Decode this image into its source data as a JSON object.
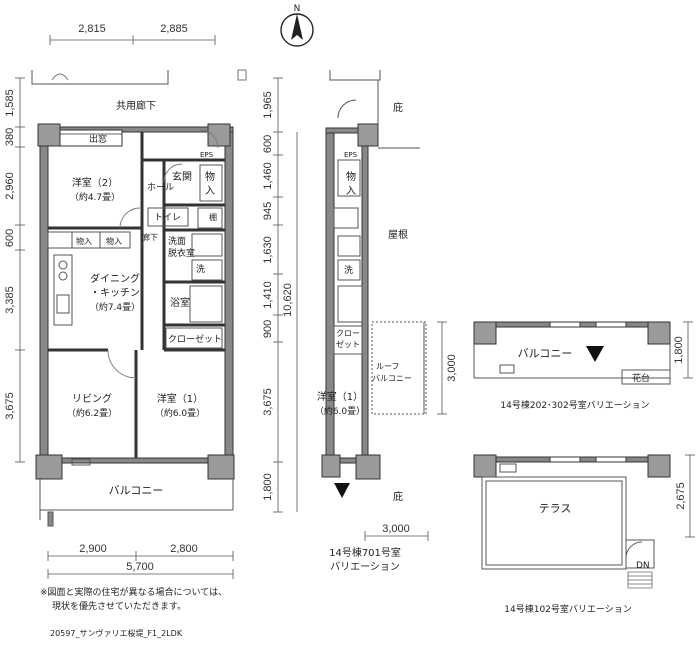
{
  "compass": {
    "north": "N"
  },
  "main_plan": {
    "dims_top": [
      "2,815",
      "2,885"
    ],
    "dims_bottom": [
      "2,900",
      "2,800"
    ],
    "dim_total_width": "5,700",
    "dims_left": [
      "1,585",
      "380",
      "2,960",
      "600",
      "3,385",
      "3,675"
    ],
    "dims_right": [
      "1,965",
      "600",
      "1,460",
      "945",
      "1,630",
      "1,410",
      "900",
      "3,675",
      "1,800"
    ],
    "dim_right_total": "10,620",
    "rooms": {
      "corridor": "共用廊下",
      "demado": "出窓",
      "bedroom2": "洋室（2）",
      "bedroom2_area": "（約4.7畳）",
      "hall": "ホール",
      "entrance": "玄関",
      "storage1": "物",
      "storage1b": "入",
      "eps": "EPS",
      "toilet": "トイレ",
      "shelf": "棚",
      "closet_a": "物入",
      "closet_b": "物入",
      "rouka": "廊下",
      "washroom1": "洗面",
      "washroom2": "脱衣室",
      "wash": "洗",
      "dining1": "ダイニング",
      "dining2": "・キッチン",
      "dining_area": "（約7.4畳）",
      "bath": "浴室",
      "closet": "クローゼット",
      "living": "リビング",
      "living_area": "（約6.2畳）",
      "bedroom1": "洋室（1）",
      "bedroom1_area": "（約6.0畳）",
      "balcony": "バルコニー"
    }
  },
  "variation_701": {
    "niwa_top": "庇",
    "roof": "屋根",
    "storage": "物",
    "storage_b": "入",
    "eps": "EPS",
    "wash": "洗",
    "closet1": "クロー",
    "closet2": "ゼット",
    "roof_balcony1": "ルーフ",
    "roof_balcony2": "バルコニー",
    "dim_roof_balcony": "3,000",
    "bedroom1": "洋室（1）",
    "bedroom1_area": "（約6.0畳）",
    "niwa_bottom": "庇",
    "dim_bottom": "3,000",
    "caption1": "14号棟701号室",
    "caption2": "バリエーション"
  },
  "variation_202": {
    "balcony": "バルコニー",
    "flower_bed": "花台",
    "dim_right": "1,800",
    "caption": "14号棟202･302号室バリエーション"
  },
  "variation_102": {
    "terrace": "テラス",
    "dn": "DN",
    "dim_right": "2,675",
    "caption": "14号棟102号室バリエーション"
  },
  "footer": {
    "note1": "※図面と実際の住宅が異なる場合については、",
    "note2": "現状を優先させていただきます。",
    "code": "20597_サンヴァリエ桜堤_F1_2LDK"
  }
}
